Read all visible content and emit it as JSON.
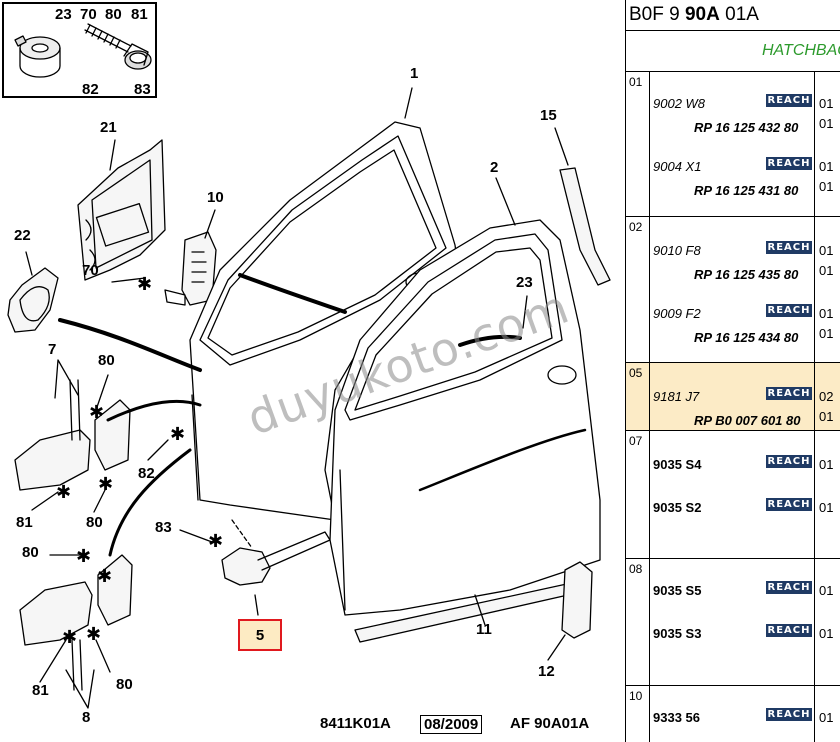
{
  "diagram": {
    "callouts": [
      {
        "id": "c23",
        "text": "23"
      },
      {
        "id": "c70a",
        "text": "70"
      },
      {
        "id": "c80a",
        "text": "80"
      },
      {
        "id": "c81a",
        "text": "81"
      },
      {
        "id": "c82a",
        "text": "82"
      },
      {
        "id": "c83a",
        "text": "83"
      },
      {
        "id": "c1",
        "text": "1"
      },
      {
        "id": "c15",
        "text": "15"
      },
      {
        "id": "c21",
        "text": "21"
      },
      {
        "id": "c10",
        "text": "10"
      },
      {
        "id": "c2",
        "text": "2"
      },
      {
        "id": "c22",
        "text": "22"
      },
      {
        "id": "c70b",
        "text": "70"
      },
      {
        "id": "c23b",
        "text": "23"
      },
      {
        "id": "c7",
        "text": "7"
      },
      {
        "id": "c80b",
        "text": "80"
      },
      {
        "id": "c82b",
        "text": "82"
      },
      {
        "id": "c81b",
        "text": "81"
      },
      {
        "id": "c80c",
        "text": "80"
      },
      {
        "id": "c83b",
        "text": "83"
      },
      {
        "id": "c80d",
        "text": "80"
      },
      {
        "id": "c81c",
        "text": "81"
      },
      {
        "id": "c80e",
        "text": "80"
      },
      {
        "id": "c8",
        "text": "8"
      },
      {
        "id": "c11",
        "text": "11"
      },
      {
        "id": "c12",
        "text": "12"
      }
    ],
    "highlighted_part": "5",
    "watermark": "duyukoto.com",
    "footer": {
      "left": "8411K01A",
      "date": "08/2009",
      "right": "AF 90A01A"
    }
  },
  "panel": {
    "header_prefix": "B0F 9 ",
    "header_bold": "90A",
    "header_suffix": " 01A",
    "subheader": "HATCHBACK",
    "reach_label": "REACH",
    "groups": [
      {
        "num": "01",
        "entries": [
          {
            "code": "9002 W8",
            "rp": "RP 16 125 432 80",
            "c1": "01",
            "c2": "01"
          },
          {
            "code": "9004 X1",
            "rp": "RP 16 125 431 80",
            "c1": "01",
            "c2": "01"
          }
        ]
      },
      {
        "num": "02",
        "entries": [
          {
            "code": "9010 F8",
            "rp": "RP 16 125 435 80",
            "c1": "01",
            "c2": "01"
          },
          {
            "code": "9009 F2",
            "rp": "RP 16 125 434 80",
            "c1": "01",
            "c2": "01"
          }
        ]
      },
      {
        "num": "05",
        "highlight": true,
        "entries": [
          {
            "code": "9181 J7",
            "rp": "RP B0 007 601 80",
            "c1": "02",
            "c2": "01"
          }
        ]
      },
      {
        "num": "07",
        "entries": [
          {
            "code": "9035 S4",
            "c1": "01"
          },
          {
            "code": "9035 S2",
            "c1": "01"
          }
        ]
      },
      {
        "num": "08",
        "entries": [
          {
            "code": "9035 S5",
            "c1": "01"
          },
          {
            "code": "9035 S3",
            "c1": "01"
          }
        ]
      },
      {
        "num": "10",
        "entries": [
          {
            "code": "9333 56",
            "c1": "01"
          }
        ]
      }
    ],
    "colors": {
      "reach_bg": "#1f3a64",
      "highlight_bg": "#fcebc6",
      "subheader": "#2c9a2c",
      "highlight_border": "#e0191e"
    }
  }
}
